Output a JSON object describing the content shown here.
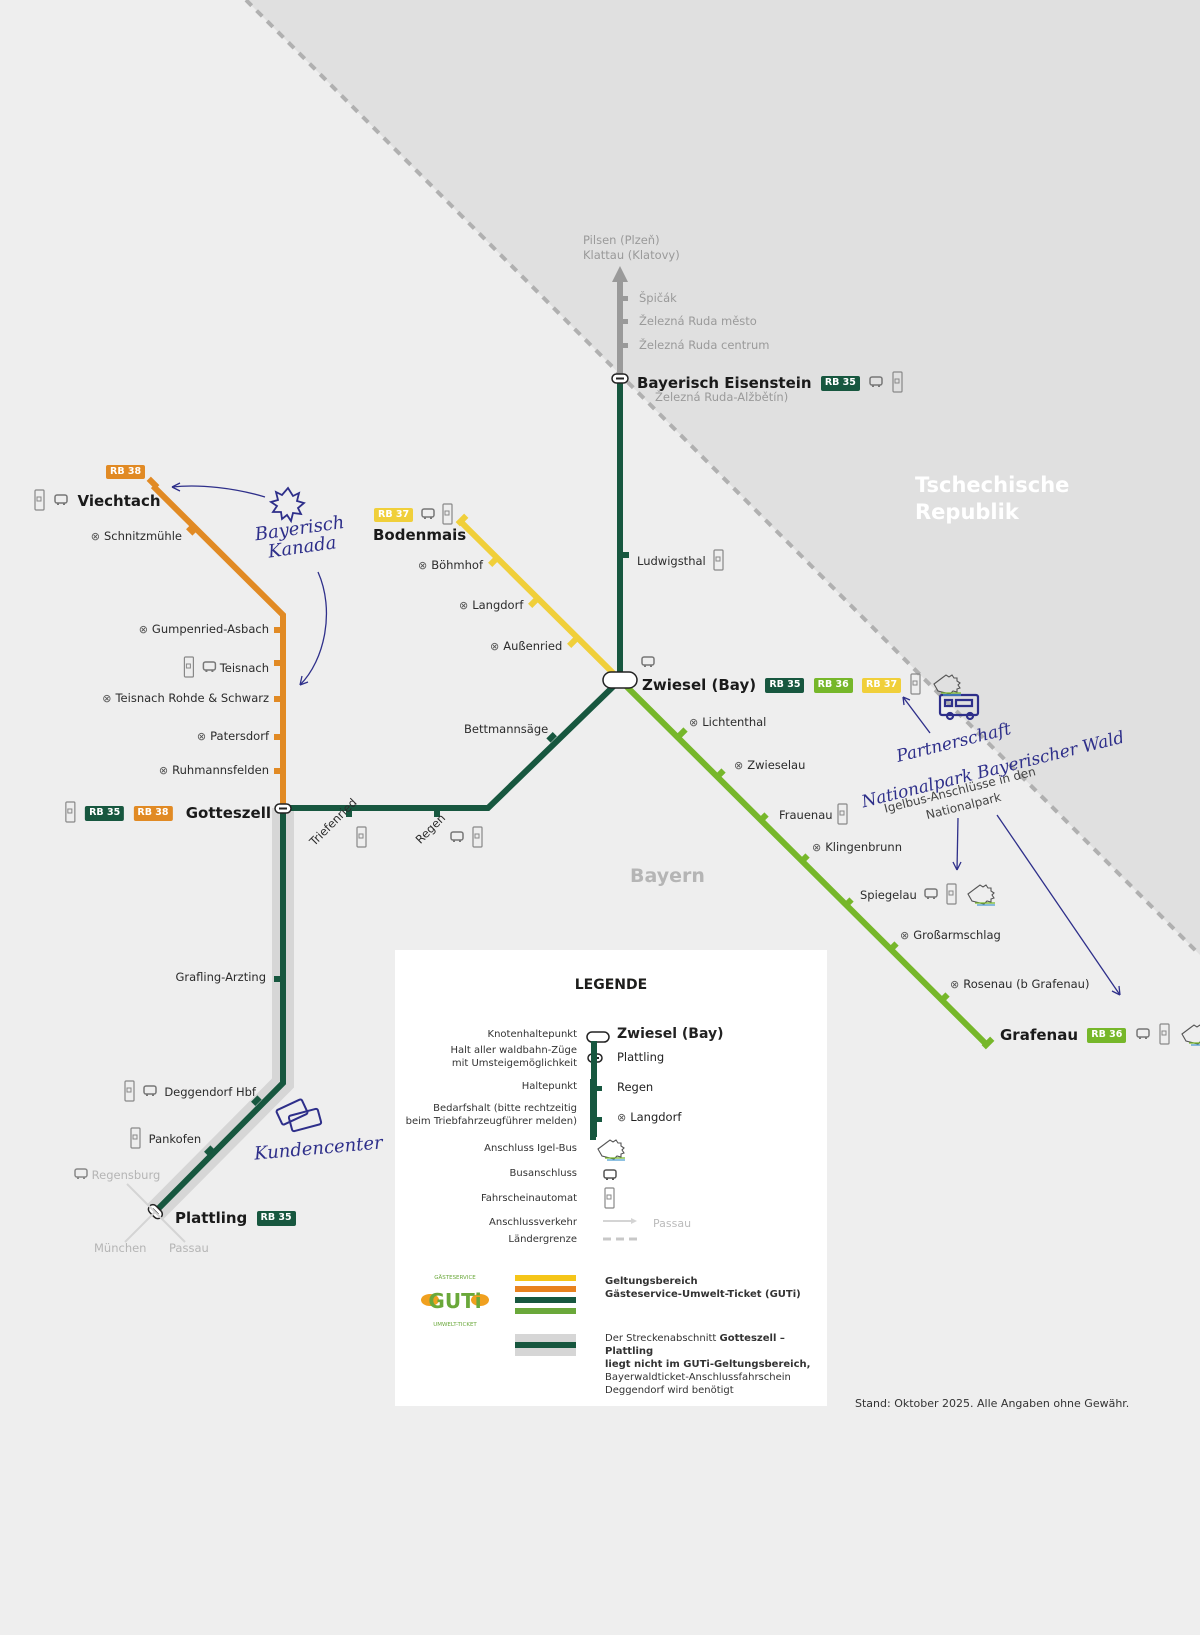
{
  "regions": {
    "czech": "Tschechische Republik",
    "bayern": "Bayern"
  },
  "colors": {
    "rb35": "#17573f",
    "rb36": "#76b72a",
    "rb37": "#f0cf3a",
    "rb38": "#e18a24",
    "connection_grey": "#9a9a9a",
    "handwriting": "#2e2f8a"
  },
  "lines": {
    "rb35": "RB 35",
    "rb36": "RB 36",
    "rb37": "RB 37",
    "rb38": "RB 38"
  },
  "north": {
    "destination_1": "Pilsen (Plzeň)",
    "destination_2": "Klattau (Klatovy)",
    "stations": [
      "Špičák",
      "Železná Ruda město",
      "Železná Ruda centrum"
    ]
  },
  "stations": {
    "bayerisch_eisenstein": "Bayerisch Eisenstein",
    "bayerisch_eisenstein_sub": "Železná Ruda-Alžbětín)",
    "ludwigsthal": "Ludwigsthal",
    "zwiesel": "Zwiesel (Bay)",
    "lichtenthal": "Lichtenthal",
    "zwieselau": "Zwieselau",
    "frauenau": "Frauenau",
    "klingenbrunn": "Klingenbrunn",
    "spiegelau": "Spiegelau",
    "grossarmschlag": "Großarmschlag",
    "rosenau": "Rosenau (b Grafenau)",
    "grafenau": "Grafenau",
    "bodenmais": "Bodenmais",
    "boehmhof": "Böhmhof",
    "langdorf": "Langdorf",
    "aussenried": "Außenried",
    "bettmannsaege": "Bettmannsäge",
    "regen": "Regen",
    "triefenried": "Triefenried",
    "gotteszell": "Gotteszell",
    "viechtach": "Viechtach",
    "schnitzmuehle": "Schnitzmühle",
    "gumpenried": "Gumpenried-Asbach",
    "teisnach": "Teisnach",
    "teisnach_rohde": "Teisnach Rohde & Schwarz",
    "patersdorf": "Patersdorf",
    "ruhmannsfelden": "Ruhmannsfelden",
    "grafling": "Grafling-Arzting",
    "deggendorf": "Deggendorf Hbf",
    "pankofen": "Pankofen",
    "plattling": "Plattling",
    "regensburg": "Regensburg",
    "muenchen": "München",
    "passau": "Passau"
  },
  "annotations": {
    "kanada_1": "Bayerisch",
    "kanada_2": "Kanada",
    "partner_1": "Partnerschaft",
    "partner_2": "Nationalpark Bayerischer Wald",
    "igelbus_1": "Igelbus-Anschlüsse in den",
    "igelbus_2": "Nationalpark",
    "kundencenter": "Kundencenter"
  },
  "legend": {
    "title": "LEGENDE",
    "knoten": "Knotenhaltepunkt",
    "knoten_example": "Zwiesel (Bay)",
    "halt_all_1": "Halt aller waldbahn-Züge",
    "halt_all_2": "mit Umsteigemöglichkeit",
    "halt_all_example": "Plattling",
    "haltepunkt": "Haltepunkt",
    "haltepunkt_example": "Regen",
    "bedarf_1": "Bedarfshalt (bitte rechtzeitig",
    "bedarf_2": "beim Triebfahrzeugführer melden)",
    "bedarf_example": "Langdorf",
    "igelbus": "Anschluss Igel-Bus",
    "bus": "Busanschluss",
    "automat": "Fahrscheinautomat",
    "anschluss": "Anschlussverkehr",
    "anschluss_example": "Passau",
    "grenze": "Ländergrenze",
    "guti_title_1": "Geltungsbereich",
    "guti_title_2": "Gästeservice-Umwelt-Ticket (GUTi)",
    "guti_logo": "GUTi",
    "guti_logo_top": "GÄSTESERVICE",
    "guti_logo_bottom": "UMWELT-TICKET",
    "note_prefix": "Der Streckenabschnitt ",
    "note_bold_1": "Gotteszell – Plattling",
    "note_bold_2": "liegt nicht im GUTi-Geltungsbereich,",
    "note_3": "Bayerwaldticket-Anschlussfahrschein",
    "note_4": "Deggendorf wird benötigt"
  },
  "footer": "Stand: Oktober 2025. Alle Angaben ohne Gewähr."
}
